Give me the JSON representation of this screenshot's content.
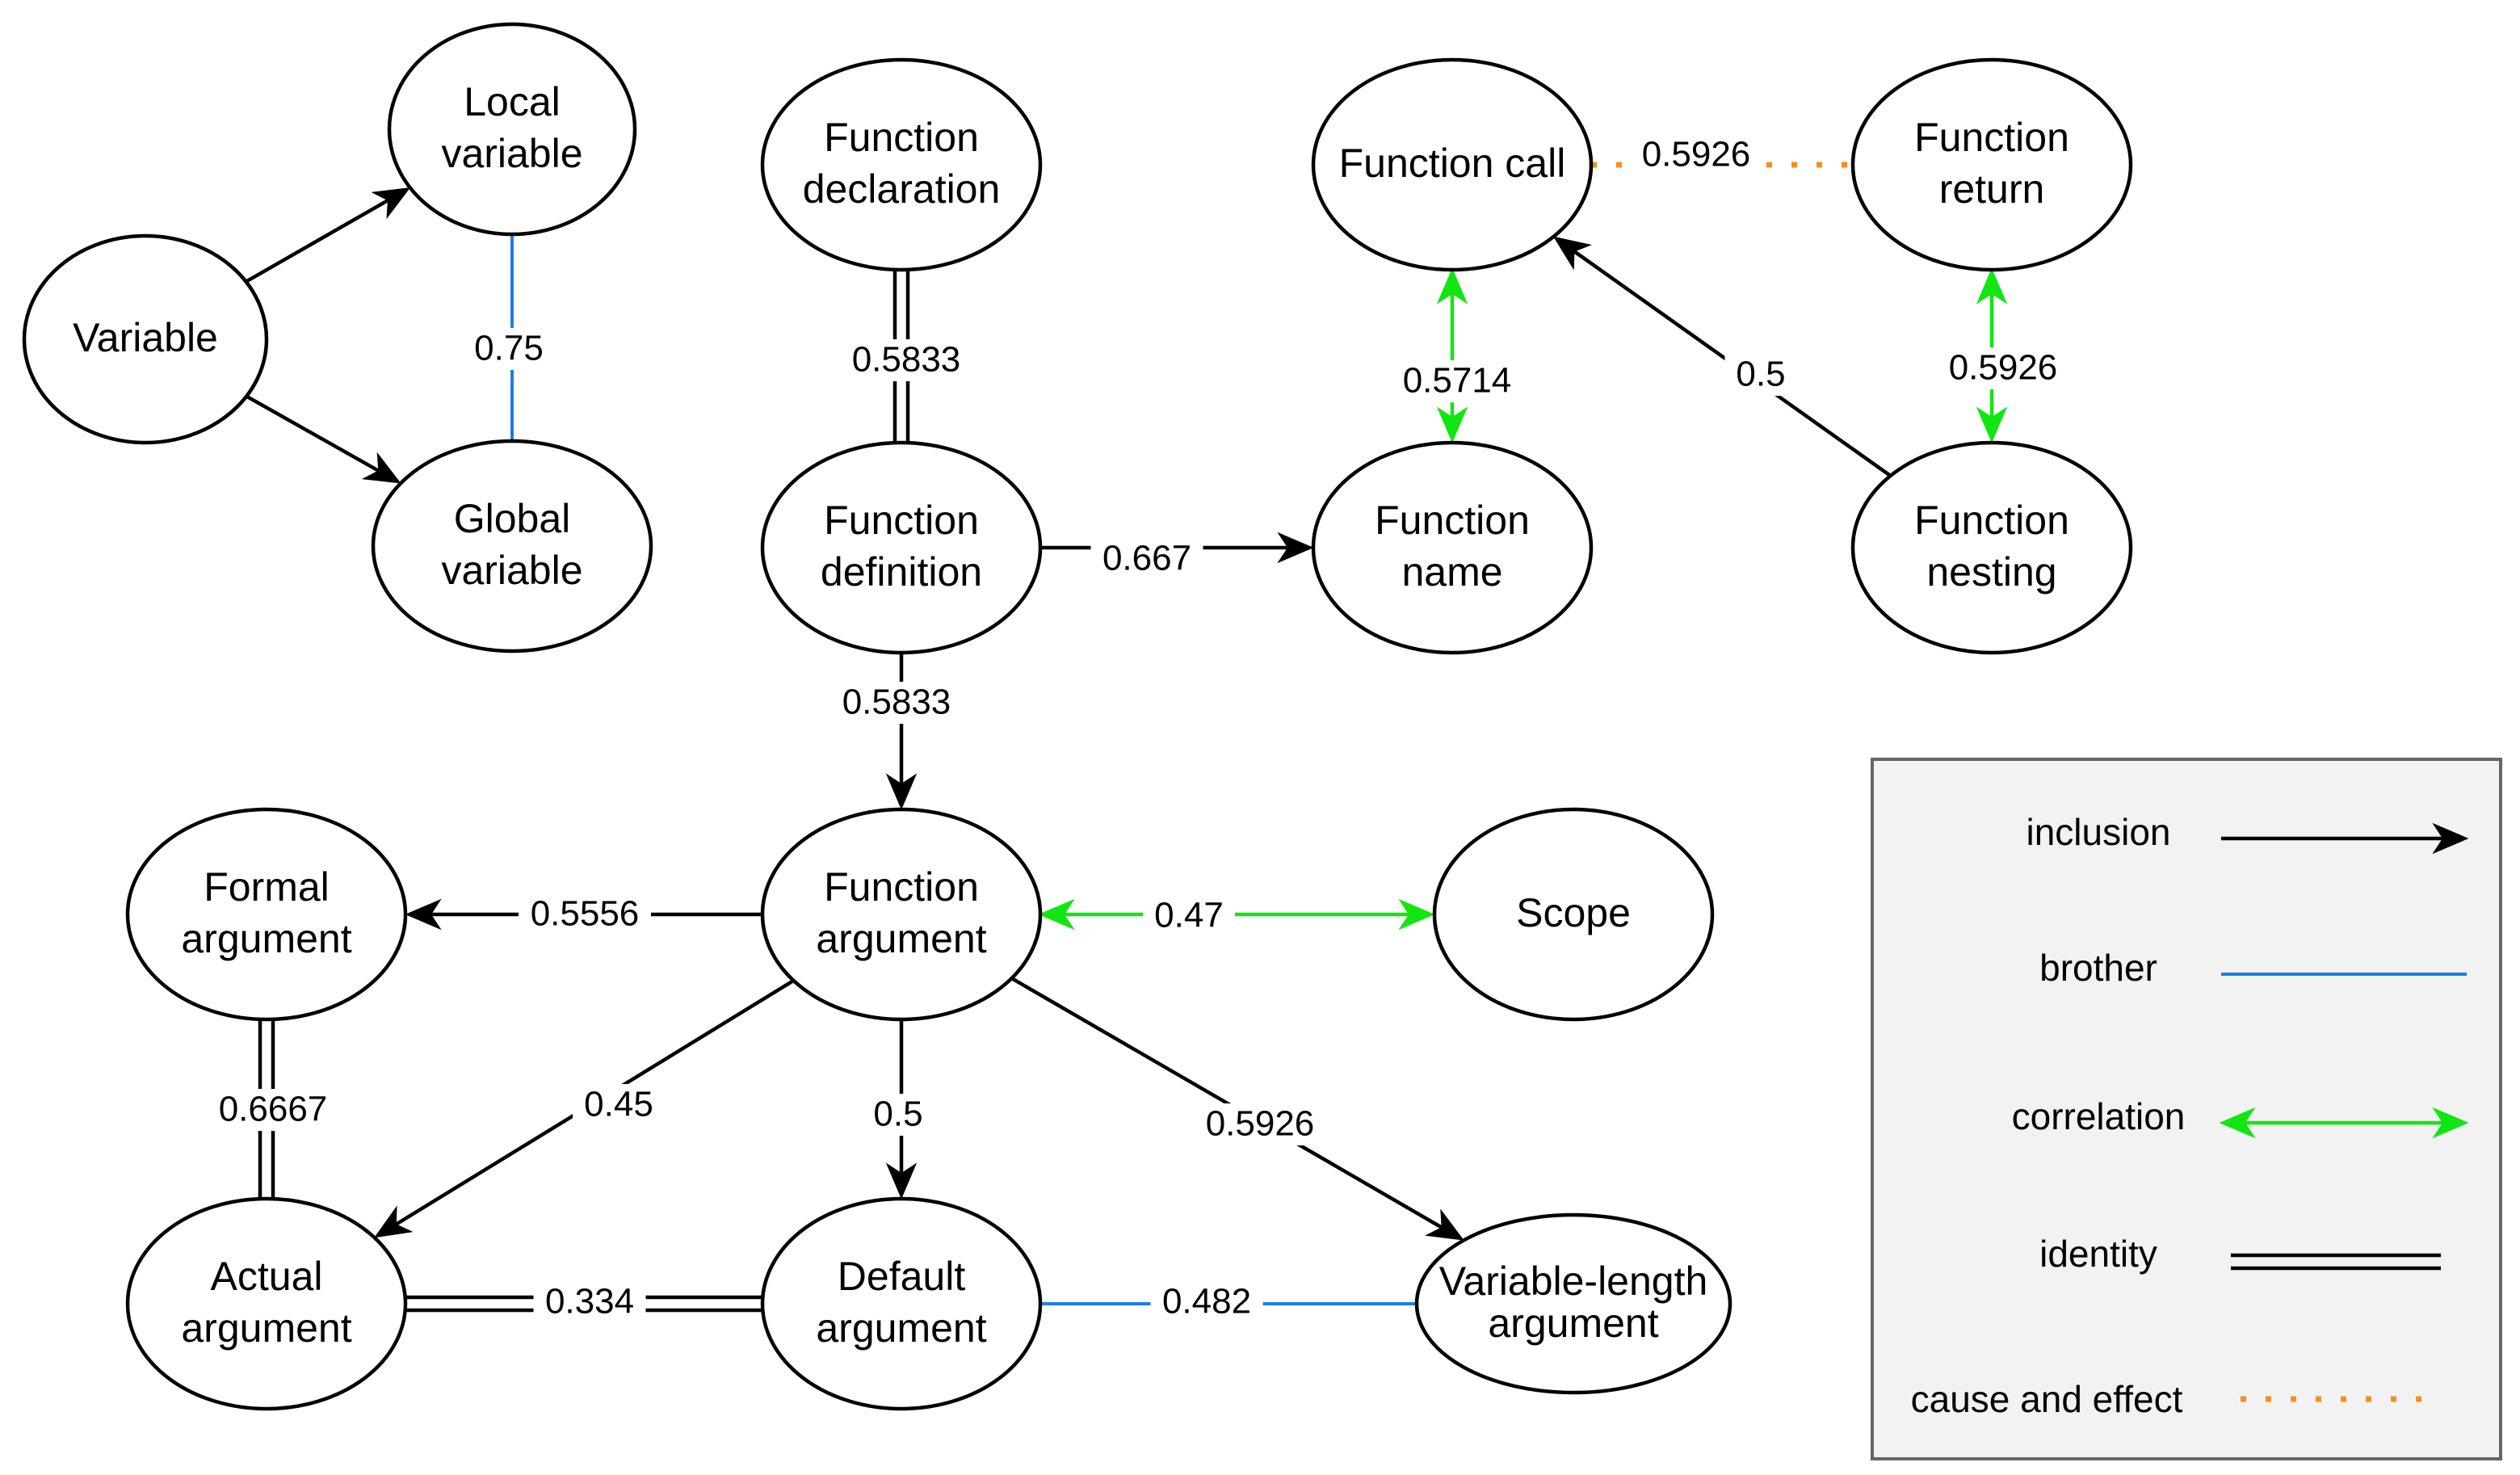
{
  "colors": {
    "inclusion": "#000000",
    "brother": "#1a7fe6",
    "correlation": "#12e612",
    "identity": "#000000",
    "cause_and_effect": "#f5901e",
    "legend_background": "#f2f2f2",
    "legend_border": "#666666"
  },
  "nodes": {
    "variable": {
      "lines": [
        "Variable"
      ]
    },
    "local_variable": {
      "lines": [
        "Local",
        "variable"
      ]
    },
    "global_variable": {
      "lines": [
        "Global",
        "variable"
      ]
    },
    "function_declaration": {
      "lines": [
        "Function",
        "declaration"
      ]
    },
    "function_definition": {
      "lines": [
        "Function",
        "definition"
      ]
    },
    "function_call": {
      "lines": [
        "Function call"
      ]
    },
    "function_return": {
      "lines": [
        "Function",
        "return"
      ]
    },
    "function_name": {
      "lines": [
        "Function",
        "name"
      ]
    },
    "function_nesting": {
      "lines": [
        "Function",
        "nesting"
      ]
    },
    "function_argument": {
      "lines": [
        "Function",
        "argument"
      ]
    },
    "formal_argument": {
      "lines": [
        "Formal",
        "argument"
      ]
    },
    "scope": {
      "lines": [
        "Scope"
      ]
    },
    "actual_argument": {
      "lines": [
        "Actual",
        "argument"
      ]
    },
    "default_argument": {
      "lines": [
        "Default",
        "argument"
      ]
    },
    "variable_length_argument": {
      "lines": [
        "Variable-length",
        "argument"
      ]
    }
  },
  "edges": [
    {
      "id": "variable-local",
      "from": "variable",
      "to": "local_variable",
      "type": "inclusion",
      "label": ""
    },
    {
      "id": "variable-global",
      "from": "variable",
      "to": "global_variable",
      "type": "inclusion",
      "label": ""
    },
    {
      "id": "local-global",
      "from": "local_variable",
      "to": "global_variable",
      "type": "brother",
      "label": "0.75"
    },
    {
      "id": "declaration-definition",
      "from": "function_declaration",
      "to": "function_definition",
      "type": "identity",
      "label": "0.5833"
    },
    {
      "id": "definition-name",
      "from": "function_definition",
      "to": "function_name",
      "type": "inclusion",
      "label": "0.667"
    },
    {
      "id": "definition-argument",
      "from": "function_definition",
      "to": "function_argument",
      "type": "inclusion",
      "label": "0.5833"
    },
    {
      "id": "call-return",
      "from": "function_call",
      "to": "function_return",
      "type": "cause_and_effect",
      "label": "0.5926"
    },
    {
      "id": "call-name",
      "from": "function_call",
      "to": "function_name",
      "type": "correlation",
      "label": "0.5714"
    },
    {
      "id": "nesting-call",
      "from": "function_nesting",
      "to": "function_call",
      "type": "inclusion",
      "label": "0.5"
    },
    {
      "id": "return-nesting",
      "from": "function_return",
      "to": "function_nesting",
      "type": "correlation",
      "label": "0.5926"
    },
    {
      "id": "argument-formal",
      "from": "function_argument",
      "to": "formal_argument",
      "type": "inclusion",
      "label": "0.5556"
    },
    {
      "id": "argument-scope",
      "from": "function_argument",
      "to": "scope",
      "type": "correlation",
      "label": "0.47"
    },
    {
      "id": "argument-actual",
      "from": "function_argument",
      "to": "actual_argument",
      "type": "inclusion",
      "label": "0.45"
    },
    {
      "id": "argument-default",
      "from": "function_argument",
      "to": "default_argument",
      "type": "inclusion",
      "label": "0.5"
    },
    {
      "id": "argument-varlength",
      "from": "function_argument",
      "to": "variable_length_argument",
      "type": "inclusion",
      "label": "0.5926"
    },
    {
      "id": "formal-actual",
      "from": "formal_argument",
      "to": "actual_argument",
      "type": "identity",
      "label": "0.6667"
    },
    {
      "id": "actual-default",
      "from": "actual_argument",
      "to": "default_argument",
      "type": "identity",
      "label": "0.334"
    },
    {
      "id": "default-varlength",
      "from": "default_argument",
      "to": "variable_length_argument",
      "type": "brother",
      "label": "0.482"
    }
  ],
  "legend": {
    "items": [
      {
        "type": "inclusion",
        "label": "inclusion"
      },
      {
        "type": "brother",
        "label": "brother"
      },
      {
        "type": "correlation",
        "label": "correlation"
      },
      {
        "type": "identity",
        "label": "identity"
      },
      {
        "type": "cause_and_effect",
        "label": "cause and effect"
      }
    ]
  }
}
